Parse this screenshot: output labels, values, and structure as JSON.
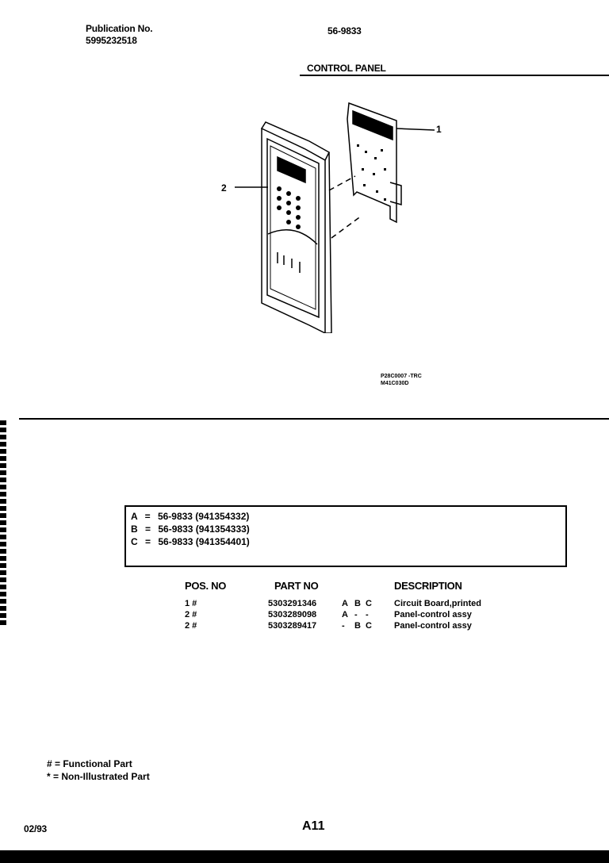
{
  "header": {
    "publication_label": "Publication No.",
    "publication_number": "5995232518",
    "model_number": "56-9833",
    "section_title": "CONTROL PANEL"
  },
  "diagram": {
    "callouts": [
      "1",
      "2"
    ],
    "drawing_codes": [
      "P28C0007 -TRC",
      "M41C030D"
    ]
  },
  "models": [
    {
      "letter": "A",
      "eq": "=",
      "text": "56-9833 (941354332)"
    },
    {
      "letter": "B",
      "eq": "=",
      "text": "56-9833 (941354333)"
    },
    {
      "letter": "C",
      "eq": "=",
      "text": "56-9833 (941354401)"
    }
  ],
  "parts_table": {
    "headers": {
      "pos": "POS. NO",
      "part": "PART NO",
      "desc": "DESCRIPTION"
    },
    "rows": [
      {
        "pos": "1 #",
        "part": "5303291346",
        "a": "A",
        "b": "B",
        "c": "C",
        "desc": "Circuit Board,printed"
      },
      {
        "pos": "2 #",
        "part": "5303289098",
        "a": "A",
        "b": "-",
        "c": "-",
        "desc": "Panel-control assy"
      },
      {
        "pos": "2 #",
        "part": "5303289417",
        "a": "-",
        "b": "B",
        "c": "C",
        "desc": "Panel-control assy"
      }
    ]
  },
  "legend": {
    "functional": "# = Functional Part",
    "non_illustrated": "* = Non-Illustrated Part"
  },
  "footer": {
    "date": "02/93",
    "page": "A11"
  }
}
